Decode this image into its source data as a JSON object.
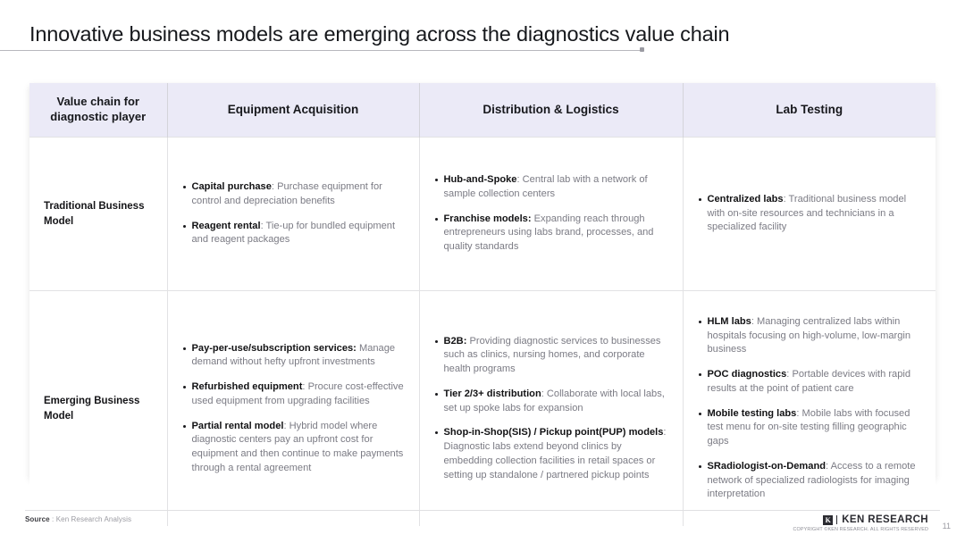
{
  "slide": {
    "title": "Innovative business models are emerging across the diagnostics value chain"
  },
  "matrix": {
    "headers": [
      "Value chain for diagnostic player",
      "Equipment Acquisition",
      "Distribution & Logistics",
      "Lab Testing"
    ],
    "rows": [
      {
        "label": "Traditional Business Model",
        "cells": [
          {
            "bullets": [
              {
                "term": "Capital purchase",
                "sep": ": ",
                "desc": "Purchase equipment for control and depreciation benefits"
              },
              {
                "term": "Reagent rental",
                "sep": ": ",
                "desc": "Tie-up for bundled equipment and reagent packages"
              }
            ]
          },
          {
            "bullets": [
              {
                "term": "Hub-and-Spoke",
                "sep": ": ",
                "desc": "Central lab with a network of sample collection centers"
              },
              {
                "term": "Franchise models:",
                "sep": " ",
                "desc": "Expanding reach through entrepreneurs using labs brand, processes, and quality standards"
              }
            ]
          },
          {
            "bullets": [
              {
                "term": "Centralized labs",
                "sep": ": ",
                "desc": "Traditional business model with on-site resources and technicians in a specialized facility"
              }
            ]
          }
        ]
      },
      {
        "label": "Emerging Business Model",
        "cells": [
          {
            "bullets": [
              {
                "term": "Pay-per-use/subscription services:",
                "sep": " ",
                "desc": "Manage demand without hefty upfront investments"
              },
              {
                "term": "Refurbished equipment",
                "sep": ": ",
                "desc": "Procure cost-effective used equipment from upgrading facilities"
              },
              {
                "term": "Partial rental model",
                "sep": ": ",
                "desc": "Hybrid model where diagnostic centers pay an upfront cost for equipment and then continue to make payments through a rental agreement"
              }
            ]
          },
          {
            "bullets": [
              {
                "term": "B2B:",
                "sep": " ",
                "desc": "Providing diagnostic services to businesses such as clinics, nursing homes, and corporate health programs"
              },
              {
                "term": "Tier 2/3+ distribution",
                "sep": ": ",
                "desc": "Collaborate with local labs, set up spoke labs for expansion"
              },
              {
                "term": "Shop-in-Shop(SIS) / Pickup point(PUP) models",
                "sep": ": ",
                "desc": "Diagnostic labs extend beyond clinics by embedding collection facilities in retail spaces or setting up standalone / partnered pickup points"
              }
            ]
          },
          {
            "bullets": [
              {
                "term": "HLM labs",
                "sep": ": ",
                "desc": "Managing centralized labs within hospitals focusing on high-volume, low-margin business"
              },
              {
                "term": "POC diagnostics",
                "sep": ": ",
                "desc": "Portable devices with rapid results at the point of patient care"
              },
              {
                "term": "Mobile testing labs",
                "sep": ": ",
                "desc": "Mobile labs with focused test menu for on-site testing filling geographic gaps"
              },
              {
                "term": "SRadiologist-on-Demand",
                "sep": ":  ",
                "desc": "Access to a remote network of specialized radiologists for imaging interpretation"
              }
            ]
          }
        ]
      }
    ]
  },
  "footer": {
    "source_label": "Source",
    "source_sep": " : ",
    "source_value": "Ken Research Analysis",
    "brand_mark": "K",
    "brand_name": "KEN RESEARCH",
    "copyright": "COPYRIGHT ©KEN RESEARCH. ALL RIGHTS RESERVED",
    "page_number": "11"
  },
  "colors": {
    "header_bg": "#ebeaf7",
    "title": "#16181c",
    "bullet_term": "#121214",
    "bullet_desc": "#7b7b84"
  }
}
